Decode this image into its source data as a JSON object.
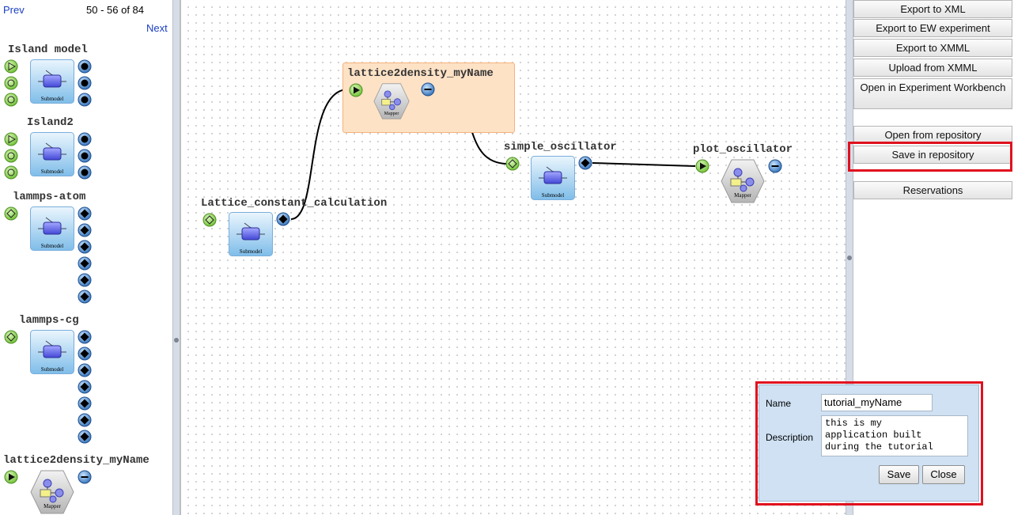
{
  "palette": {
    "prev_label": "Prev",
    "next_label": "Next",
    "count_label": "50 - 56 of 84",
    "items": [
      {
        "title": "Island model",
        "icon_label": "Submodel"
      },
      {
        "title": "Island2",
        "icon_label": "Submodel"
      },
      {
        "title": "lammps-atom",
        "icon_label": "Submodel"
      },
      {
        "title": "lammps-cg",
        "icon_label": "Submodel"
      },
      {
        "title": "lattice2density_myName",
        "icon_label": "Mapper"
      }
    ]
  },
  "canvas": {
    "nodes": [
      {
        "title": "lattice2density_myName",
        "icon_label": "Mapper",
        "selected": true
      },
      {
        "title": "simple_oscillator",
        "icon_label": "Submodel"
      },
      {
        "title": "plot_oscillator",
        "icon_label": "Mapper"
      },
      {
        "title": "Lattice_constant_calculation",
        "icon_label": "Submodel"
      }
    ]
  },
  "right_panel": {
    "buttons": [
      "Export to XML",
      "Export to EW experiment",
      "Export to XMML",
      "Upload from XMML",
      "Open in Experiment Workbench",
      "Open from repository",
      "Save in repository",
      "Reservations"
    ],
    "highlighted": "Save in repository"
  },
  "save_dialog": {
    "name_label": "Name",
    "name_value": "tutorial_myName",
    "description_label": "Description",
    "description_value": "this is my\napplication built\nduring the tutorial",
    "save_label": "Save",
    "close_label": "Close"
  },
  "colors": {
    "highlight_red": "#e0111e",
    "selection_orange": "#fde2c6",
    "dialog_bg": "#cfe1f3",
    "port_green": "#8fd14f",
    "port_blue": "#3f7fc4",
    "link_blue": "#1a3fc2"
  }
}
